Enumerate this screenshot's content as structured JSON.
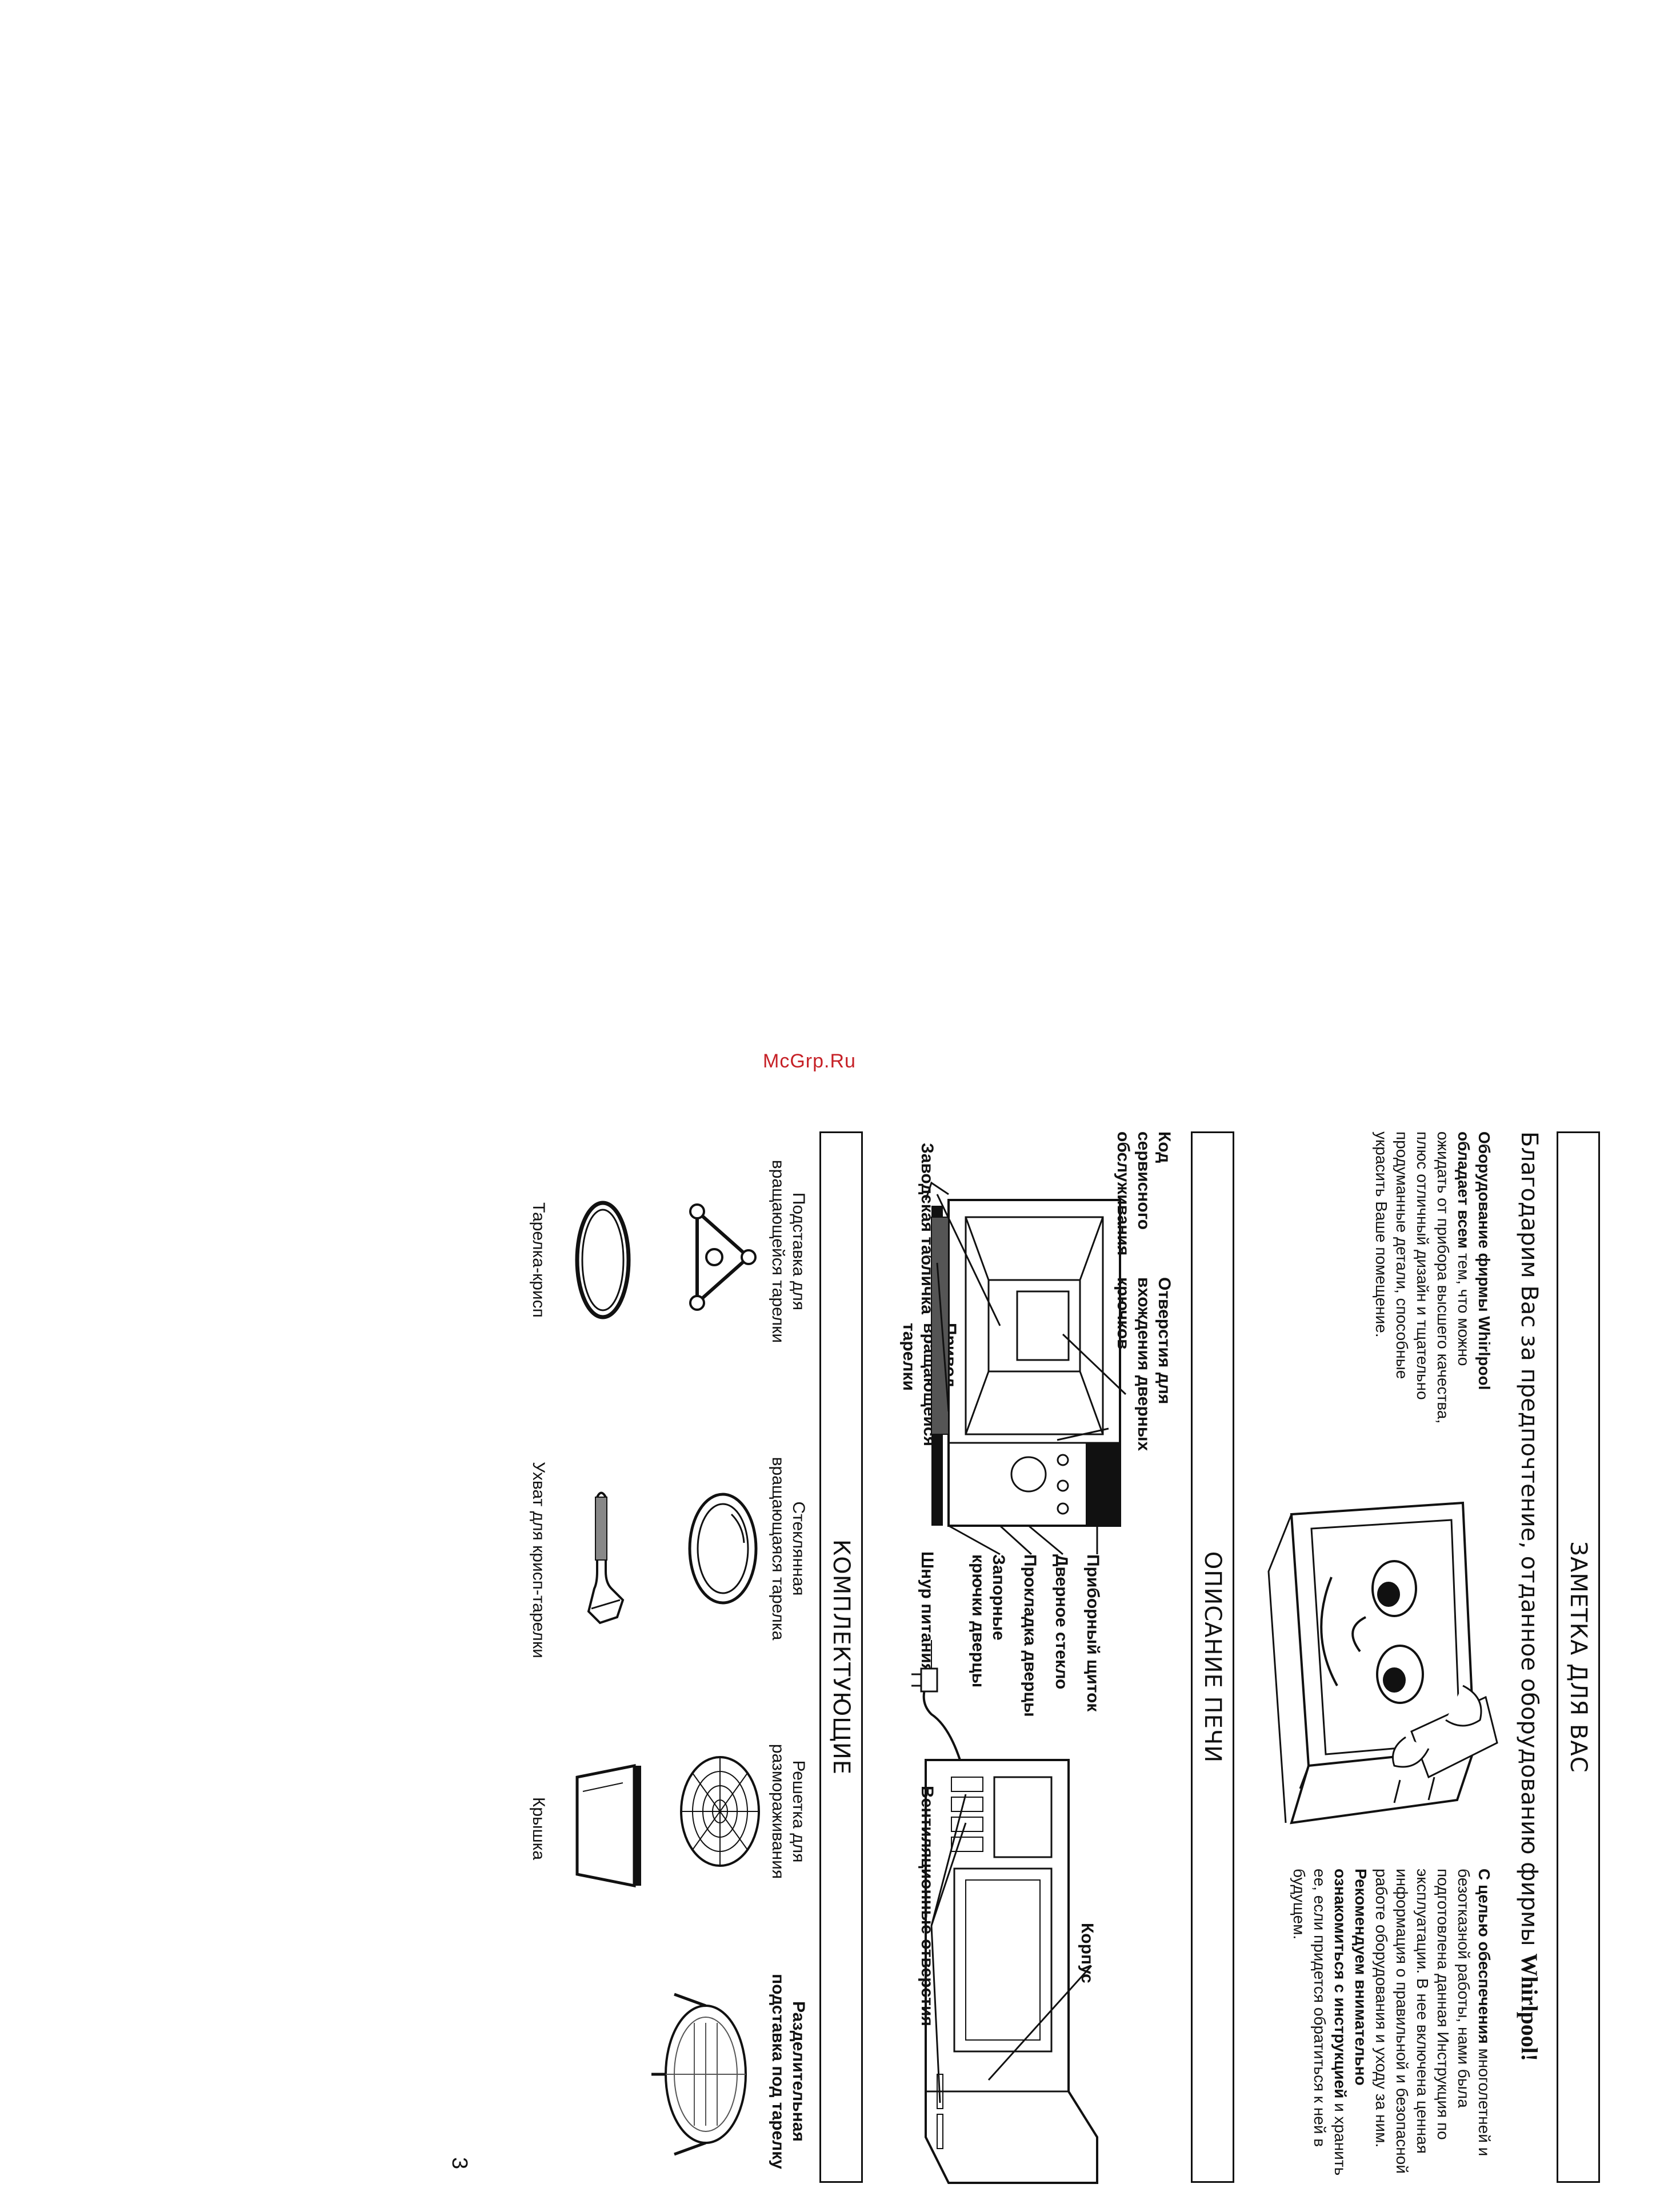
{
  "watermark": "McGrp.Ru",
  "note": {
    "title": "ЗАМЕТКА ДЛЯ ВАС",
    "thanks": "Благодарим Вас за предпочтение, отданное оборудованию фирмы ",
    "brand": "Whirlpool!",
    "left_col": {
      "bold": "Оборудование фирмы Whirlpool обладает всем",
      "text": " тем, что можно ожидать от прибора высшего качества, плюс отличный дизайн и тщательно продуманные детали, способные украсить Ваше помещение."
    },
    "right_col": {
      "bold1": "С целью обеспечения",
      "text1": " многолетней и безотказной работы, нами была подготовлена данная Инструкция по эксплуатации. В нее включена ценная информация о правильной и безопасной работе оборудования и уходу за ним. ",
      "bold2": "Рекомендуем внимательно ознакомиться с инструкцией",
      "text2": " и хранить ее, если придется обратиться к ней в будущем."
    }
  },
  "oven": {
    "title": "ОПИСАНИЕ ПЕЧИ",
    "labels": {
      "service_code": "Код сервисного обслуживания",
      "hook_holes": "Отверстия для вхождения дверных крючков",
      "control_panel": "Приборный щиток",
      "door_glass": "Дверное стекло",
      "door_seal": "Прокладка дверцы",
      "door_hooks": "Запорные крючки дверцы",
      "rating_plate": "Заводская табличка",
      "turntable_drive": "Привод вращающейся тарелки",
      "power_cord": "Шнур питания",
      "casing": "Корпус",
      "vents": "Вентиляционные отверстия"
    }
  },
  "accessories": {
    "title": "КОМПЛЕКТУЮЩИЕ",
    "items": [
      {
        "label": "Подставка для вращающейся тарелки"
      },
      {
        "label": "Стеклянная вращающаяся тарелка"
      },
      {
        "label": "Решетка для размораживания"
      },
      {
        "label": "Тарелка-крисп"
      },
      {
        "label": "Ухват для крисп-тарелки"
      },
      {
        "label": "Крышка"
      },
      {
        "label": "Разделительная подставка под тарелку"
      }
    ]
  },
  "page_number": "3"
}
